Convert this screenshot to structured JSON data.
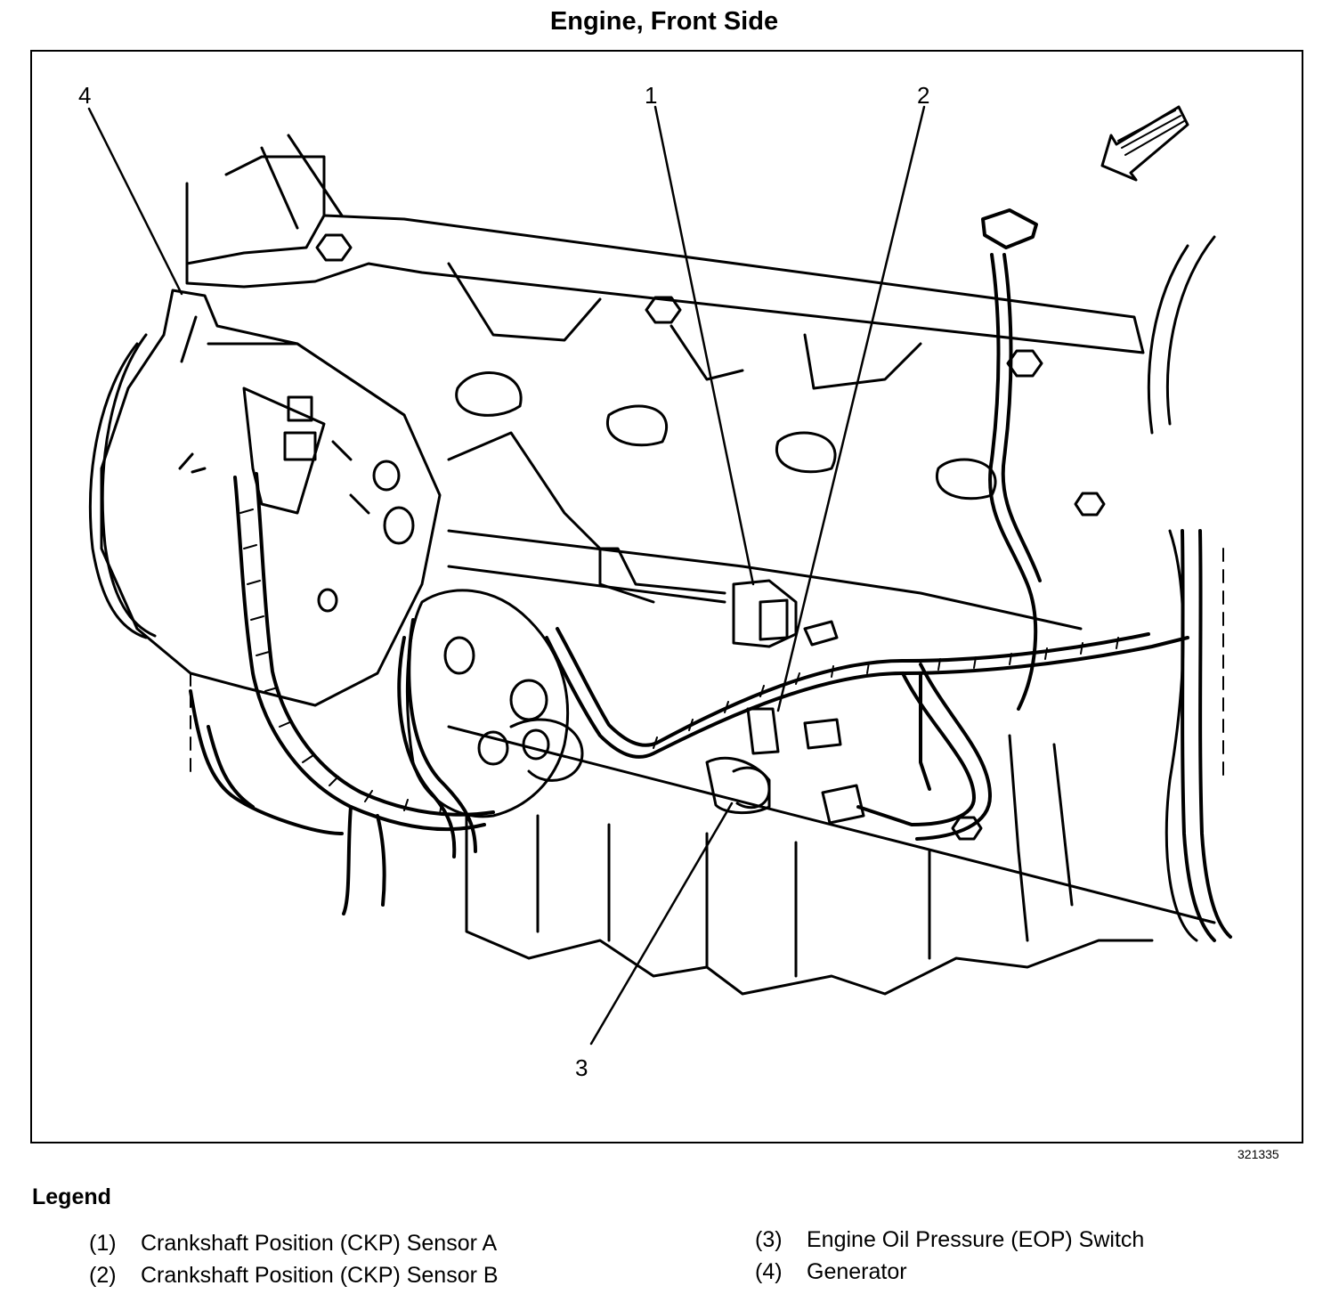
{
  "title": "Engine, Front Side",
  "figure_id": "321335",
  "callouts": [
    {
      "number": "1"
    },
    {
      "number": "2"
    },
    {
      "number": "3"
    },
    {
      "number": "4"
    }
  ],
  "legend": {
    "title": "Legend",
    "items": [
      {
        "number": "(1)",
        "label": "Crankshaft Position (CKP) Sensor A"
      },
      {
        "number": "(2)",
        "label": "Crankshaft Position (CKP) Sensor B"
      },
      {
        "number": "(3)",
        "label": "Engine Oil Pressure (EOP) Switch"
      },
      {
        "number": "(4)",
        "label": "Generator"
      }
    ]
  }
}
